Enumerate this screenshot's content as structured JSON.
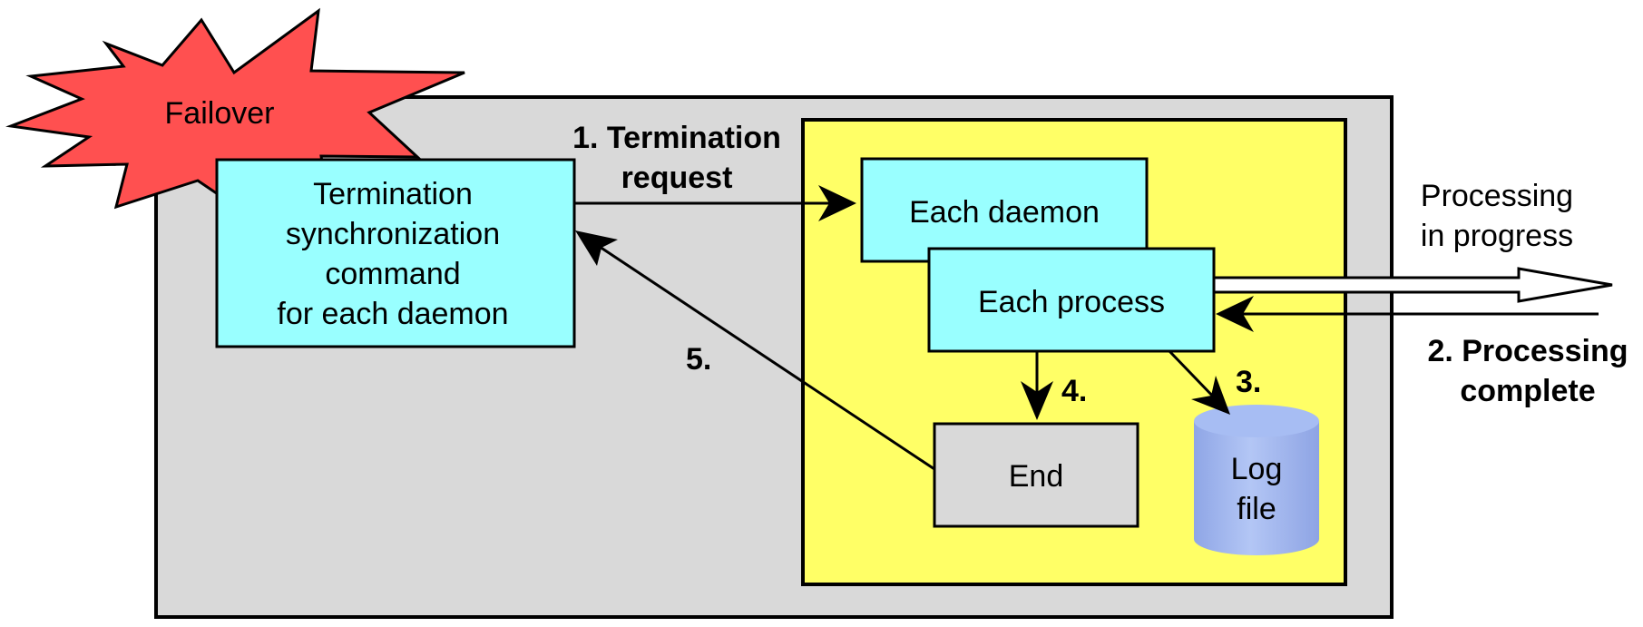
{
  "starburst": {
    "label": "Failover",
    "color": "#ff5050"
  },
  "command_box": {
    "lines": [
      "Termination",
      "synchronization",
      "command",
      "for each daemon"
    ],
    "color": "#99ffff"
  },
  "daemon_box": {
    "label": "Each daemon",
    "color": "#99ffff"
  },
  "process_box": {
    "label": "Each process",
    "color": "#99ffff"
  },
  "end_box": {
    "label": "End",
    "color": "#d9d9d9"
  },
  "log_cylinder": {
    "lines": [
      "Log",
      "file"
    ],
    "color": "#a4b8f0"
  },
  "steps": {
    "step1_lines": [
      "1. Termination",
      "request"
    ],
    "step2_lines": [
      "2. Processing",
      "complete"
    ],
    "step3": "3.",
    "step4": "4.",
    "step5": "5."
  },
  "side_note": {
    "lines": [
      "Processing",
      "in progress"
    ]
  },
  "colors": {
    "outer_panel": "#d9d9d9",
    "inner_panel": "#ffff66",
    "stroke": "#000000"
  }
}
